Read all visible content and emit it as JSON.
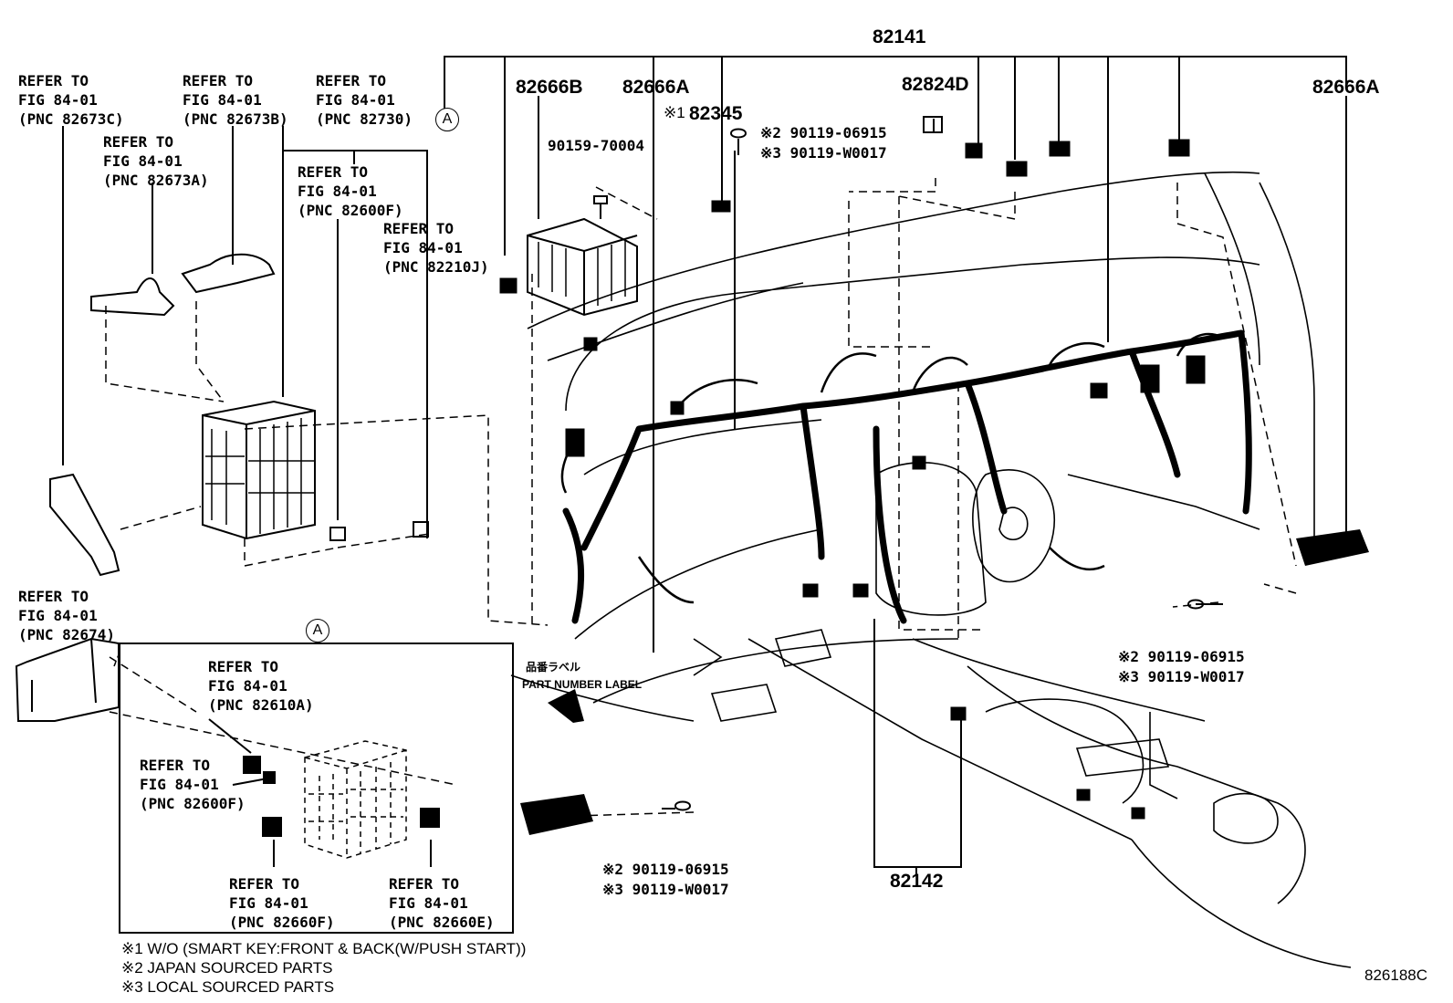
{
  "diagram_code": "826188C",
  "part_numbers": {
    "p82141": "82141",
    "p82666B": "82666B",
    "p82666A_left": "82666A",
    "p82824D": "82824D",
    "p82666A_right": "82666A",
    "p82345": "82345",
    "p82142": "82142",
    "bolt_top": "90159-70004"
  },
  "fasteners": {
    "top_a": "※2 90119-06915",
    "top_b": "※3 90119-W0017",
    "right_a": "※2 90119-06915",
    "right_b": "※3 90119-W0017",
    "bottom_a": "※2 90119-06915",
    "bottom_b": "※3 90119-W0017",
    "mark_82345": "※1"
  },
  "refs": {
    "r1": "REFER TO\nFIG 84-01\n(PNC 82673C)",
    "r2": "REFER TO\nFIG 84-01\n(PNC 82673B)",
    "r3": "REFER TO\nFIG 84-01\n(PNC 82730)",
    "r4": "REFER TO\nFIG 84-01\n(PNC 82673A)",
    "r5": "REFER TO\nFIG 84-01\n(PNC 82600F)",
    "r6": "REFER TO\nFIG 84-01\n(PNC 82210J)",
    "r7": "REFER TO\nFIG 84-01\n(PNC 82674)",
    "r8": "REFER TO\nFIG 84-01\n(PNC 82610A)",
    "r9": "REFER TO\nFIG 84-01\n(PNC 82600F)",
    "r10": "REFER TO\nFIG 84-01\n(PNC 82660F)",
    "r11": "REFER TO\nFIG 84-01\n(PNC 82660E)"
  },
  "callout_letter": "A",
  "part_label_jp": "品番ラベル",
  "part_label_en": "PART NUMBER LABEL",
  "notes": [
    "※1 W/O (SMART KEY:FRONT & BACK(W/PUSH START))",
    "※2 JAPAN SOURCED PARTS",
    "※3 LOCAL SOURCED PARTS"
  ]
}
